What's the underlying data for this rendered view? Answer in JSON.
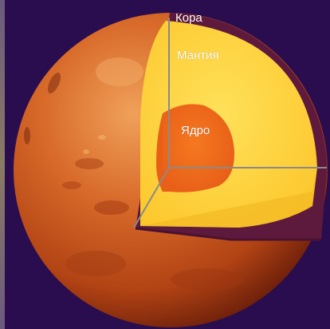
{
  "labels": {
    "crust": "Кора",
    "mantle": "Мантия",
    "core": "Ядро"
  },
  "colors": {
    "background": "#2a0d4e",
    "planet_surface": "#c9561f",
    "crust": "#5e1a3c",
    "mantle": "#fed433",
    "core": "#f06a1c"
  }
}
